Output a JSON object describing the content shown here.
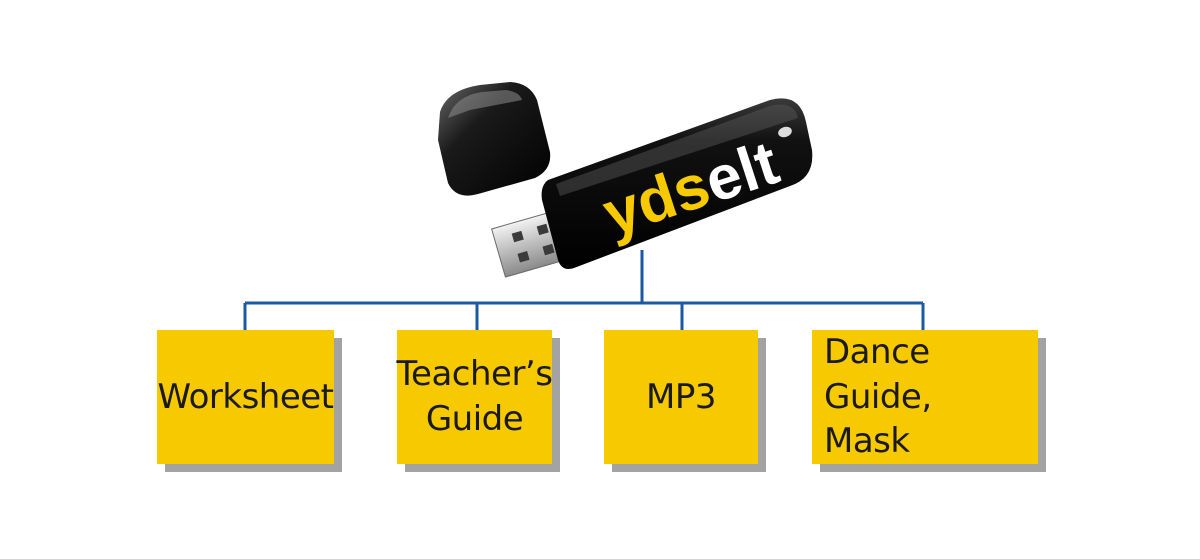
{
  "usb": {
    "logo_text": "ydselt",
    "logo_prefix": "yds",
    "logo_suffix": "elt",
    "logo_prefix_color": "#f7c900",
    "logo_suffix_color": "#ffffff",
    "body_color": "#0c0c0c"
  },
  "connector_color": "#1b5aa0",
  "boxes": [
    {
      "lines": [
        "Worksheet"
      ]
    },
    {
      "lines": [
        "Teacher’s",
        "Guide"
      ]
    },
    {
      "lines": [
        "MP3"
      ]
    },
    {
      "lines": [
        "Dance Guide,",
        "Mask"
      ]
    }
  ],
  "box_color": "#f7c900",
  "shadow_color": "#a3a3a3"
}
